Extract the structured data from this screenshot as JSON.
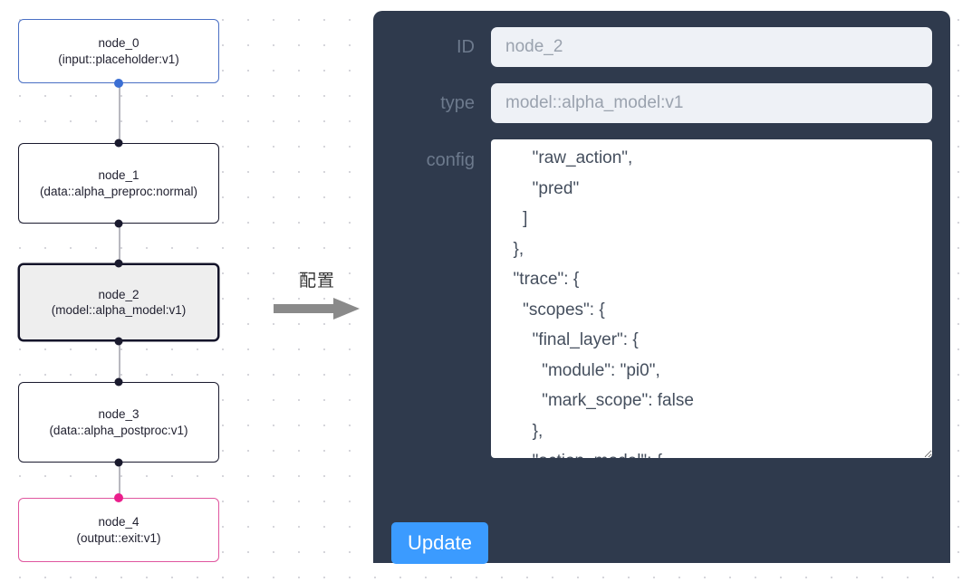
{
  "canvas": {
    "grid_dot_color": "#d2d2d8",
    "background": "#ffffff",
    "nodes": [
      {
        "id": "node_0",
        "title": "node_0",
        "subtitle": "(input::placeholder:v1)",
        "text": "node_0\n(input::placeholder:v1)",
        "kind": "input",
        "border_color": "#4a6fc4",
        "selected": false
      },
      {
        "id": "node_1",
        "title": "node_1",
        "subtitle": "(data::alpha_preproc:normal)",
        "text": "node_1\n(data::alpha_preproc:normal)",
        "kind": "data",
        "border_color": "#1a1a2e",
        "selected": false
      },
      {
        "id": "node_2",
        "title": "node_2",
        "subtitle": "(model::alpha_model:v1)",
        "text": "node_2\n(model::alpha_model:v1)",
        "kind": "model",
        "border_color": "#14142a",
        "selected": true
      },
      {
        "id": "node_3",
        "title": "node_3",
        "subtitle": "(data::alpha_postproc:v1)",
        "text": "node_3\n(data::alpha_postproc:v1)",
        "kind": "data",
        "border_color": "#1a1a2e",
        "selected": false
      },
      {
        "id": "node_4",
        "title": "node_4",
        "subtitle": "(output::exit:v1)",
        "text": "node_4\n(output::exit:v1)",
        "kind": "output",
        "border_color": "#e0569f",
        "selected": false
      }
    ]
  },
  "annotation": {
    "text": "配置",
    "arrow": "arrow-right",
    "color": "#333333"
  },
  "config_panel": {
    "background": "#2f3a4d",
    "fields": {
      "id": {
        "label": "ID",
        "value": "",
        "placeholder": "node_2"
      },
      "type": {
        "label": "type",
        "value": "",
        "placeholder": "model::alpha_model:v1"
      },
      "config": {
        "label": "config",
        "value": "      \"raw_action\",\n      \"pred\"\n    ]\n  },\n  \"trace\": {\n    \"scopes\": {\n      \"final_layer\": {\n        \"module\": \"pi0\",\n        \"mark_scope\": false\n      },\n      \"action_model\": {",
        "scrollbar": "visible",
        "resize_handle": "bottom-right"
      }
    },
    "update_button": {
      "label": "Update",
      "color": "#3b9bff",
      "text_color": "#ffffff"
    }
  }
}
